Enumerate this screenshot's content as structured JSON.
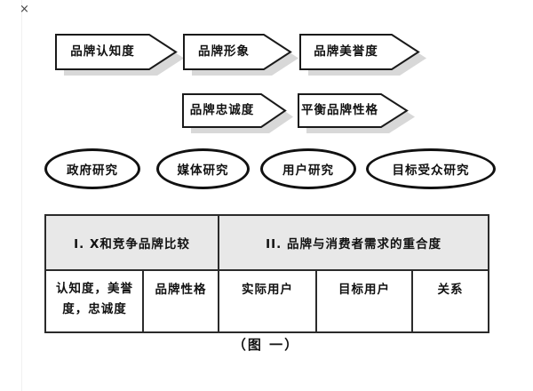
{
  "figure": {
    "caption": "（图 一）",
    "broken_image_mark": "×"
  },
  "flow": {
    "row1_arrows": [
      {
        "label": "品牌认知度"
      },
      {
        "label": "品牌形象"
      },
      {
        "label": "品牌美誉度"
      }
    ],
    "row2_arrows": [
      {
        "label": "品牌忠诚度"
      },
      {
        "label": "平衡品牌性格"
      }
    ]
  },
  "research_ellipses": [
    {
      "label": "政府研究"
    },
    {
      "label": "媒体研究"
    },
    {
      "label": "用户研究"
    },
    {
      "label": "目标受众研究"
    }
  ],
  "table": {
    "headers": [
      {
        "label": "I. X和竞争品牌比较"
      },
      {
        "label": "II. 品牌与消费者需求的重合度"
      }
    ],
    "cells": [
      "认知度，美誉度，忠诚度",
      "品牌性格",
      "实际用户",
      "目标用户",
      "关系"
    ]
  },
  "colors": {
    "background": "#ffffff",
    "shape_border": "#1a1a1a",
    "shape_shadow": "#d8d8d8",
    "ellipse_border": "#111111",
    "table_border": "#2b2b2b",
    "table_header_bg": "#e8e8e8"
  }
}
